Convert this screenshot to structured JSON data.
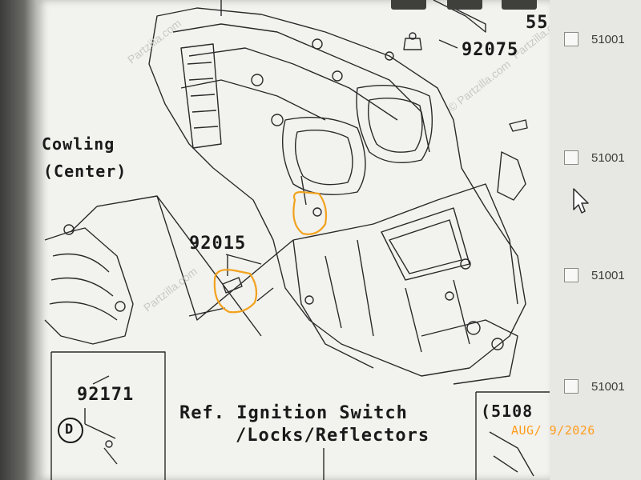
{
  "diagram": {
    "labels": {
      "cowling_line1": "Cowling",
      "cowling_line2": "(Center)",
      "part_92075": "92075",
      "part_92015": "92015",
      "part_92171": "92171",
      "circle_d": "D",
      "ref_line1": "Ref. Ignition Switch",
      "ref_line2": "/Locks/Reflectors",
      "partial_5108": "(5108",
      "partial_55": "55"
    },
    "watermarks": [
      "Partzilla.com",
      "© Partzilla.com",
      "Partzilla.com",
      "Partzilla.com"
    ],
    "highlight_color": "#f2a21e"
  },
  "side_panel": {
    "items": [
      {
        "label": "51001",
        "checked": false
      },
      {
        "label": "51001",
        "checked": false
      },
      {
        "label": "51001",
        "checked": false
      },
      {
        "label": "51001",
        "checked": false
      }
    ]
  },
  "photo": {
    "date_stamp": "AUG/ 9/2026",
    "date_color": "#ff9d1c"
  }
}
